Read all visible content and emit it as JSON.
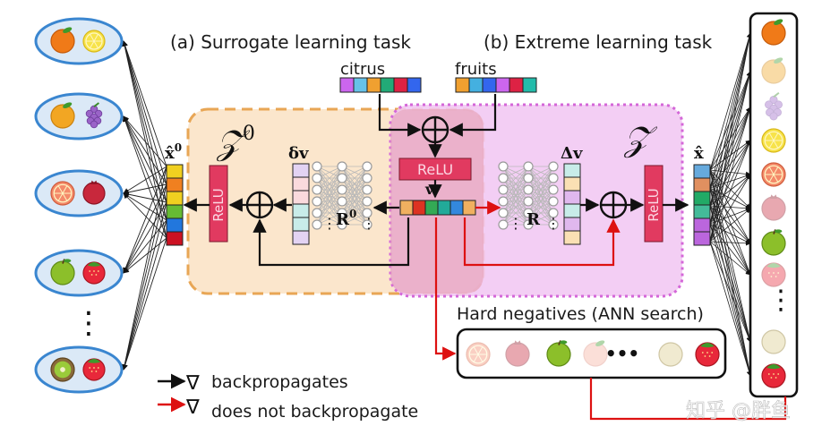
{
  "tasks": {
    "surrogate_title": "(a) Surrogate learning task",
    "extreme_title": "(b) Extreme learning task"
  },
  "inputs": {
    "citrus_label": "citrus",
    "fruits_label": "fruits",
    "citrus_colors": [
      "#cc66ee",
      "#66c2e8",
      "#f0a030",
      "#22aa77",
      "#dd2244",
      "#3366ee"
    ],
    "fruits_colors": [
      "#f0a030",
      "#44b0e0",
      "#3366ee",
      "#cc66ee",
      "#dd2244",
      "#22bbaa"
    ]
  },
  "surrogate": {
    "z_label": "𝒵",
    "z_superscript": "0",
    "xhat_label": "x̂",
    "xhat_superscript": "0",
    "delta_v_label": "δv",
    "r_label": "R",
    "r_superscript": "0",
    "relu_label": "ReLU",
    "xhat_colors": [
      "#f0d020",
      "#f08020",
      "#f0d020",
      "#66bb33",
      "#2277dd",
      "#cc1122"
    ],
    "delta_v_colors": [
      "#e3d3f3",
      "#fadadd",
      "#fadadd",
      "#c8ece9",
      "#c8ece9",
      "#e3d3f3"
    ]
  },
  "extreme": {
    "z_label": "𝒵",
    "xhat_label": "x̂",
    "delta_v_label": "Δv",
    "r_label": "R",
    "relu_label": "ReLU",
    "xhat_colors": [
      "#66aadd",
      "#e09060",
      "#22aa66",
      "#44bb99",
      "#bb66dd",
      "#bb66dd"
    ],
    "delta_v_colors": [
      "#c8ece9",
      "#fae0b4",
      "#e0b8ee",
      "#c8ece9",
      "#e0b8ee",
      "#fae0b4"
    ]
  },
  "shared": {
    "v_label": "v",
    "relu_label": "ReLU",
    "v_colors": [
      "#f0b060",
      "#dd3322",
      "#33aa55",
      "#22aa99",
      "#3388dd",
      "#f0b060"
    ]
  },
  "hard_negatives": {
    "title": "Hard negatives (ANN search)",
    "ellipsis": "•••"
  },
  "legend": {
    "black_label": "backpropagates",
    "red_label": "does not backpropagate",
    "nabla": "∇",
    "black_color": "#111111",
    "red_color": "#dd1111"
  },
  "left_column": {
    "ellipsis": "⋮"
  },
  "colors": {
    "surrogate_bg": "#fbe6cc",
    "surrogate_border": "#e8a655",
    "extreme_bg": "#f1c7f3",
    "extreme_border": "#d467d8",
    "relu": "#e13a60",
    "oval_fill": "#dbe9f7",
    "oval_border": "#3a86d0"
  },
  "watermark": "知乎 @胖鱼"
}
